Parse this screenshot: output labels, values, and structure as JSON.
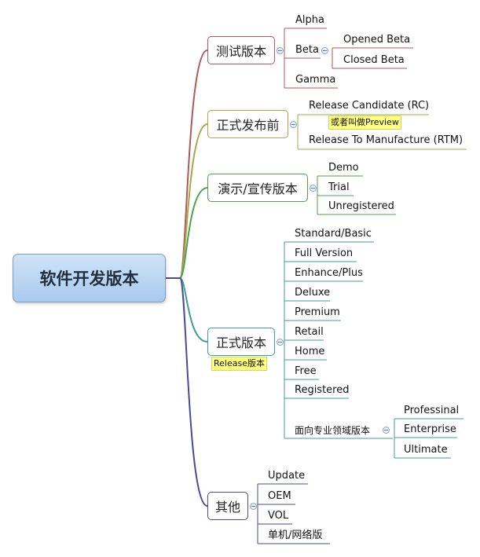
{
  "root": {
    "label": "软件开发版本"
  },
  "branches": [
    {
      "id": "test",
      "label": "测试版本",
      "color": "#b05a5a",
      "children": [
        {
          "label": "Alpha"
        },
        {
          "label": "Beta",
          "children": [
            {
              "label": "Opened Beta"
            },
            {
              "label": "Closed Beta"
            }
          ]
        },
        {
          "label": "Gamma"
        }
      ]
    },
    {
      "id": "prerelease",
      "label": "正式发布前",
      "color": "#a6a84a",
      "children": [
        {
          "label": "Release Candidate (RC)",
          "note": "或者叫做Preview"
        },
        {
          "label": "Release To Manufacture (RTM)"
        }
      ]
    },
    {
      "id": "demo",
      "label": "演示/宣传版本",
      "color": "#4fa24f",
      "children": [
        {
          "label": "Demo"
        },
        {
          "label": "Trial"
        },
        {
          "label": "Unregistered"
        }
      ]
    },
    {
      "id": "official",
      "label": "正式版本",
      "note": "Release版本",
      "color": "#3f9f8f",
      "children": [
        {
          "label": "Standard/Basic"
        },
        {
          "label": "Full Version"
        },
        {
          "label": "Enhance/Plus"
        },
        {
          "label": "Deluxe"
        },
        {
          "label": "Premium"
        },
        {
          "label": "Retail"
        },
        {
          "label": "Home"
        },
        {
          "label": "Free"
        },
        {
          "label": "Registered"
        },
        {
          "label": "面向专业领域版本",
          "children": [
            {
              "label": "Professinal"
            },
            {
              "label": "Enterprise"
            },
            {
              "label": "Ultimate"
            }
          ]
        }
      ]
    },
    {
      "id": "other",
      "label": "其他",
      "color": "#4a4a9a",
      "children": [
        {
          "label": "Update"
        },
        {
          "label": "OEM"
        },
        {
          "label": "VOL"
        },
        {
          "label": "单机/网络版"
        }
      ]
    }
  ]
}
